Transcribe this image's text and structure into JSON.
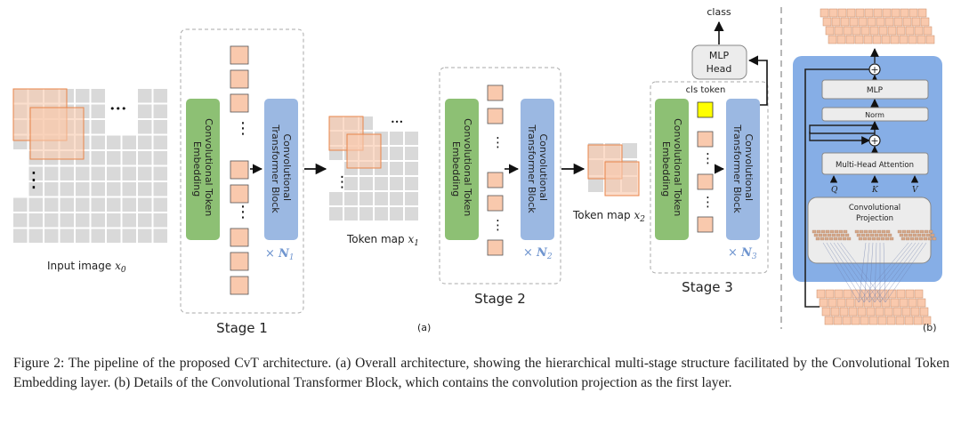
{
  "figure": {
    "input_label": "Input image ",
    "input_var": "x",
    "input_sub": "0",
    "stage1_label": "Stage 1",
    "stage2_label": "Stage 2",
    "stage3_label": "Stage 3",
    "token_map1_label": "Token map ",
    "token_map1_var": "x",
    "token_map1_sub": "1",
    "token_map2_label": "Token map ",
    "token_map2_var": "x",
    "token_map2_sub": "2",
    "embed_line1": "Convolutional Token",
    "embed_line2": "Embedding",
    "block_line1": "Convolutional",
    "block_line2": "Transformer Block",
    "repeat_x": "× ",
    "repeat_var": "N",
    "repeat_sub1": "1",
    "repeat_sub2": "2",
    "repeat_sub3": "3",
    "cls_token_label": "cls token",
    "mlp_head_line1": "MLP",
    "mlp_head_line2": "Head",
    "class_label": "class",
    "panel_a": "(a)",
    "panel_b": "(b)",
    "dots_h": "•••",
    "dots_v": "⋮",
    "detail": {
      "mlp": "MLP",
      "norm": "Norm",
      "mha": "Multi-Head Attention",
      "q": "Q",
      "k": "K",
      "v": "V",
      "conv_proj_line1": "Convolutional",
      "conv_proj_line2": "Projection",
      "plus": "+"
    }
  },
  "caption": "Figure 2: The pipeline of the proposed CvT architecture. (a) Overall architecture, showing the hierarchical multi-stage structure facilitated by the Convolutional Token Embedding layer. (b) Details of the Convolutional Transformer Block, which contains the convolution projection as the first layer.",
  "colors": {
    "grid": "#d9d9d9",
    "token": "#f9c9ad",
    "token_stroke": "#e8854a",
    "green": "#8dc074",
    "blue": "#9bb8e2",
    "panel_b_bg": "#86aee6",
    "cls": "#ffff00",
    "text": "#333333"
  }
}
